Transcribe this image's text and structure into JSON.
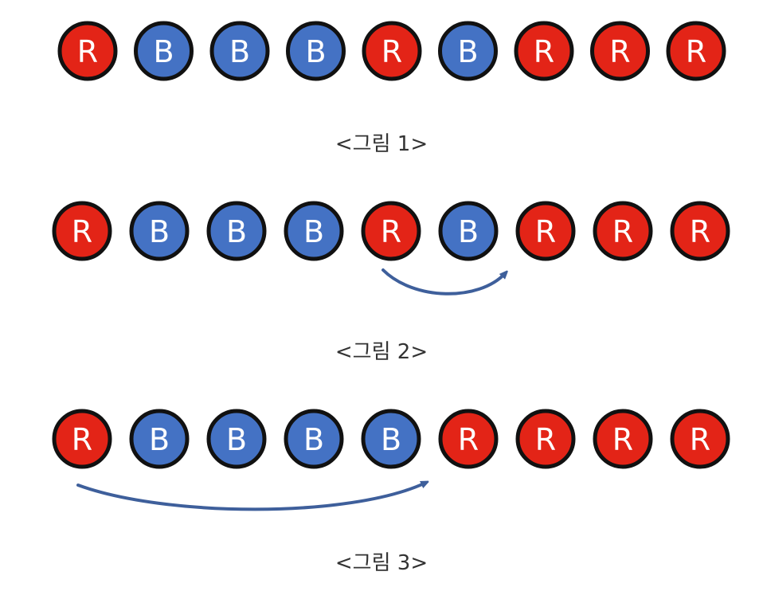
{
  "colors": {
    "R": "#e32417",
    "B": "#4472c4",
    "outline": "#111111",
    "arrow": "#3e5f9b",
    "letter": "#ffffff"
  },
  "figures": [
    {
      "balls": [
        "R",
        "B",
        "B",
        "B",
        "R",
        "B",
        "R",
        "R",
        "R"
      ],
      "caption": "<그림 1>",
      "arrow": null
    },
    {
      "balls": [
        "R",
        "B",
        "B",
        "B",
        "R",
        "B",
        "R",
        "R",
        "R"
      ],
      "caption": "<그림 2>",
      "arrow": {
        "from_ball": 4,
        "to_ball": 5
      }
    },
    {
      "balls": [
        "R",
        "B",
        "B",
        "B",
        "B",
        "R",
        "R",
        "R",
        "R"
      ],
      "caption": "<그림 3>",
      "arrow": {
        "from_ball": 0,
        "to_ball": 4
      }
    }
  ]
}
